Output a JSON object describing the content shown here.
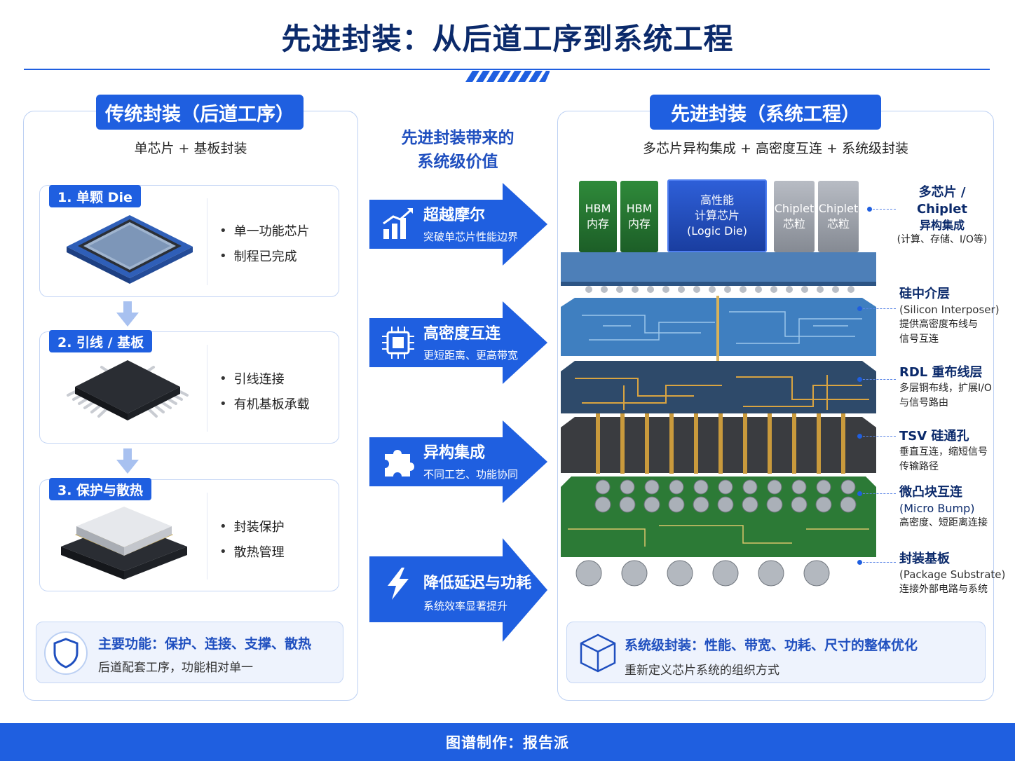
{
  "title": "先进封装：从后道工序到系统工程",
  "left": {
    "tag": "传统封装（后道工序）",
    "subtitle": "单芯片 + 基板封装",
    "steps": [
      {
        "label": "1. 单颗 Die",
        "bullets": [
          "单一功能芯片",
          "制程已完成"
        ]
      },
      {
        "label": "2. 引线 / 基板",
        "bullets": [
          "引线连接",
          "有机基板承载"
        ]
      },
      {
        "label": "3. 保护与散热",
        "bullets": [
          "封装保护",
          "散热管理"
        ]
      }
    ],
    "note": {
      "title": "主要功能：保护、连接、支撑、散热",
      "text": "后道配套工序，功能相对单一"
    }
  },
  "center": {
    "heading_line1": "先进封装带来的",
    "heading_line2": "系统级价值",
    "benefits": [
      {
        "title": "超越摩尔",
        "sub": "突破单芯片性能边界",
        "icon": "growth-chart-icon"
      },
      {
        "title": "高密度互连",
        "sub": "更短距离、更高带宽",
        "icon": "chip-icon"
      },
      {
        "title": "异构集成",
        "sub": "不同工艺、功能协同",
        "icon": "puzzle-icon"
      },
      {
        "title": "降低延迟与功耗",
        "sub": "系统效率显著提升",
        "icon": "lightning-icon"
      }
    ]
  },
  "right": {
    "tag": "先进封装（系统工程）",
    "subtitle": "多芯片异构集成 + 高密度互连 + 系统级封装",
    "chips": {
      "hbm1_line1": "HBM",
      "hbm1_line2": "内存",
      "hbm2_line1": "HBM",
      "hbm2_line2": "内存",
      "logic_line1": "高性能",
      "logic_line2": "计算芯片",
      "logic_line3": "(Logic Die)",
      "chiplet1_line1": "Chiplet",
      "chiplet1_line2": "芯粒",
      "chiplet2_line1": "Chiplet",
      "chiplet2_line2": "芯粒"
    },
    "callouts": [
      {
        "title": "多芯片 / Chiplet",
        "en": "异构集成",
        "desc": "(计算、存储、I/O等)"
      },
      {
        "title": "硅中介层",
        "en": "(Silicon Interposer)",
        "desc": "提供高密度布线与",
        "desc2": "信号互连"
      },
      {
        "title": "RDL 重布线层",
        "en": "",
        "desc": "多层铜布线，扩展I/O",
        "desc2": "与信号路由"
      },
      {
        "title": "TSV 硅通孔",
        "en": "",
        "desc": "垂直互连，缩短信号",
        "desc2": "传输路径"
      },
      {
        "title": "微凸块互连",
        "en": "(Micro Bump)",
        "desc": "高密度、短距离连接"
      },
      {
        "title": "封装基板",
        "en": "(Package Substrate)",
        "desc": "连接外部电路与系统"
      }
    ],
    "note": {
      "title": "系统级封装：性能、带宽、功耗、尺寸的整体优化",
      "text": "重新定义芯片系统的组织方式"
    }
  },
  "footer": "图谱制作：报告派",
  "colors": {
    "brand": "#1f5fe0",
    "navy": "#0b2a6b",
    "hbm": "#2f8a3a",
    "logic": "#2e5fd8",
    "chiplet": "#9aa0a8"
  }
}
